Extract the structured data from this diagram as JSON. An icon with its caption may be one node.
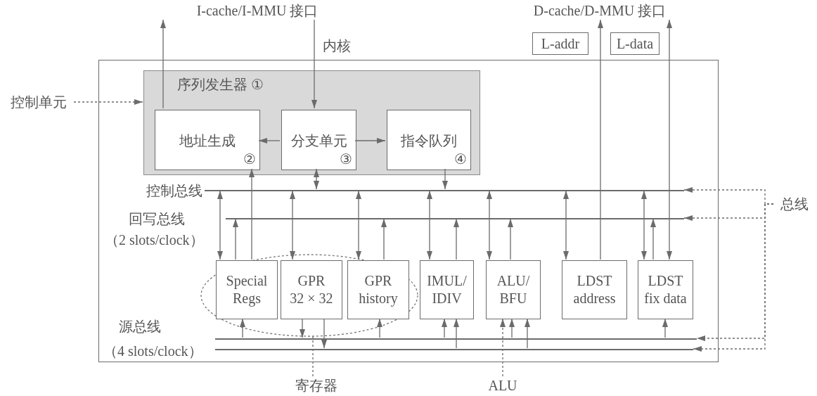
{
  "diagram": {
    "nodes": [
      {
        "text": [
          "I-cache/I-MMU 接口"
        ]
      },
      {
        "text": [
          "D-cache/D-MMU 接口"
        ]
      },
      {
        "text": [
          "L-addr"
        ]
      },
      {
        "text": [
          "L-data"
        ]
      },
      {
        "text": [
          "内核"
        ]
      },
      {
        "text": [
          "控制单元"
        ]
      },
      {
        "text": [
          "序列发生器",
          "①"
        ],
        "in": 4
      },
      {
        "text": [
          "地址生成",
          "②"
        ],
        "in": 6
      },
      {
        "text": [
          "分支单元",
          "③"
        ],
        "in": 6
      },
      {
        "text": [
          "指令队列",
          "④"
        ],
        "in": 6
      },
      {
        "text": [],
        "shape": "bar",
        "in": 4,
        "beside": [
          "控制总线"
        ]
      },
      {
        "text": [],
        "shape": "bar",
        "in": 4,
        "beside": [
          "回写总线",
          "（2 slots/clock）"
        ]
      },
      {
        "text": [],
        "shape": "ellipse",
        "in": 4
      },
      {
        "text": [
          "Special Regs"
        ],
        "in": 12
      },
      {
        "text": [
          "GPR 32 × 32"
        ],
        "in": 12
      },
      {
        "text": [
          "GPR history"
        ],
        "in": 12
      },
      {
        "text": [
          "IMUL/ IDIV"
        ],
        "in": 4
      },
      {
        "text": [
          "ALU/ BFU"
        ],
        "in": 4
      },
      {
        "text": [
          "LDST address"
        ],
        "in": 4
      },
      {
        "text": [
          "LDST fix data"
        ],
        "in": 4
      },
      {
        "text": [],
        "shape": "bar",
        "in": 4,
        "beside": [
          "源总线"
        ]
      },
      {
        "text": [],
        "shape": "bar",
        "in": 4,
        "beside": [
          "（4 slots/clock）"
        ]
      },
      {
        "text": [
          "总线"
        ]
      },
      {
        "text": [
          "寄存器"
        ]
      },
      {
        "text": [
          "ALU"
        ]
      }
    ],
    "edges": [
      {
        "from": 7,
        "to": 0,
        "arrow": "to"
      },
      {
        "from": 0,
        "to": 8,
        "arrow": "to"
      },
      {
        "from": 5,
        "to": 6,
        "arrow": "to",
        "style": "dashed"
      },
      {
        "from": 8,
        "to": 7,
        "arrow": "to"
      },
      {
        "from": 8,
        "to": 9,
        "arrow": "to"
      },
      {
        "from": 8,
        "to": 10,
        "arrow": "both"
      },
      {
        "from": 9,
        "to": 10,
        "arrow": "to"
      },
      {
        "from": 10,
        "to": 13,
        "arrow": "both"
      },
      {
        "from": 13,
        "to": 11,
        "arrow": "to"
      },
      {
        "from": 13,
        "to": 7,
        "arrow": "to"
      },
      {
        "from": 10,
        "to": 14,
        "arrow": "both"
      },
      {
        "from": 10,
        "to": 15,
        "arrow": "both"
      },
      {
        "from": 15,
        "to": 11,
        "arrow": "to"
      },
      {
        "from": 10,
        "to": 16,
        "arrow": "both"
      },
      {
        "from": 16,
        "to": 11,
        "arrow": "to"
      },
      {
        "from": 10,
        "to": 17,
        "arrow": "both"
      },
      {
        "from": 17,
        "to": 11,
        "arrow": "to"
      },
      {
        "from": 10,
        "to": 18,
        "arrow": "both"
      },
      {
        "from": 18,
        "to": 1,
        "arrow": "to"
      },
      {
        "from": 10,
        "to": 19,
        "arrow": "both"
      },
      {
        "from": 19,
        "to": 11,
        "arrow": "to"
      },
      {
        "from": 19,
        "to": 1,
        "arrow": "both"
      },
      {
        "from": 20,
        "to": 13,
        "arrow": "to"
      },
      {
        "from": 14,
        "to": 20,
        "arrow": "to"
      },
      {
        "from": 14,
        "to": 21,
        "arrow": "to"
      },
      {
        "from": 20,
        "to": 15,
        "arrow": "to"
      },
      {
        "from": 20,
        "to": 16,
        "arrow": "to"
      },
      {
        "from": 21,
        "to": 16,
        "arrow": "to"
      },
      {
        "from": 24,
        "to": 17,
        "arrow": "to",
        "style": "dashed"
      },
      {
        "from": 20,
        "to": 17,
        "arrow": "to"
      },
      {
        "from": 21,
        "to": 17,
        "arrow": "to"
      },
      {
        "from": 20,
        "to": 19,
        "arrow": "to"
      },
      {
        "from": 22,
        "to": 10,
        "arrow": "to",
        "style": "dashed"
      },
      {
        "from": 22,
        "to": 11,
        "arrow": "to",
        "style": "dashed"
      },
      {
        "from": 22,
        "to": 20,
        "arrow": "to",
        "style": "dashed"
      },
      {
        "from": 22,
        "to": 21,
        "arrow": "to",
        "style": "dashed"
      },
      {
        "from": 23,
        "to": 12,
        "arrow": "none",
        "style": "dashed"
      }
    ]
  }
}
